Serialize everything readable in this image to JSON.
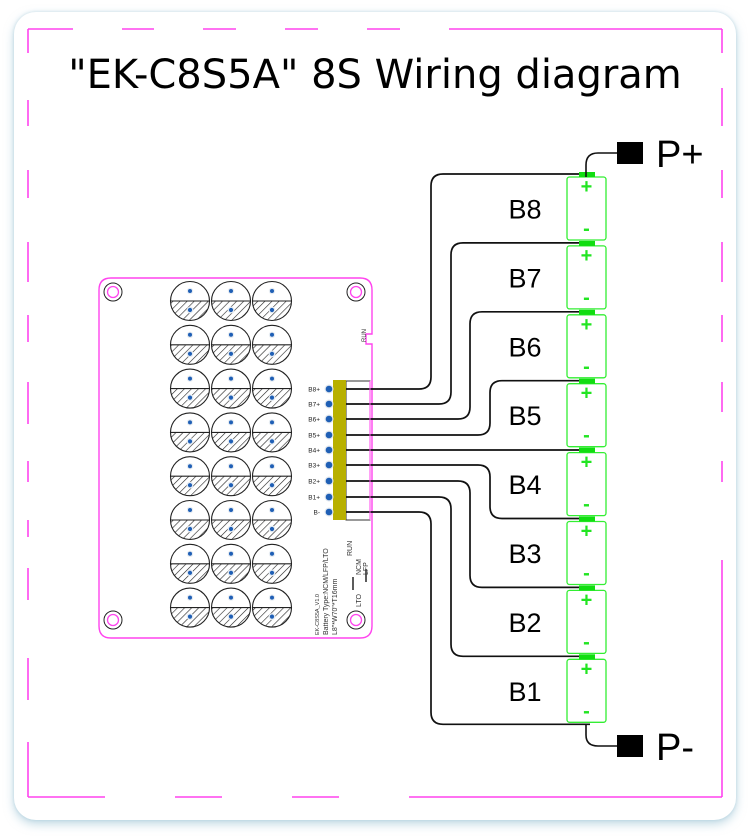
{
  "title": "\"EK-C8S5A\"  8S Wiring diagram",
  "colors": {
    "frame": "#ff44ee",
    "board_outline": "#ff44ee",
    "cell_outline": "#33ee33",
    "cell_tab": "#11dd11",
    "connector_body": "#b8b000",
    "pin": "#1f5fb5",
    "wire": "#111111"
  },
  "board": {
    "pin_labels": [
      "B8+",
      "B7+",
      "B6+",
      "B5+",
      "B4+",
      "B3+",
      "B2+",
      "B1+",
      "B-"
    ],
    "run_label": "RUN",
    "run_label_side": "RUN",
    "silkscreen_lines": [
      "EK-C8S5A_V1.0",
      "Battery Type:NCM/LFP/LTO",
      "L8\"*W70\"*T16mm"
    ],
    "chem_labels": [
      "NCM",
      "LFP",
      "LTO"
    ],
    "balance_rows": 8,
    "balance_cols": 3
  },
  "cells": [
    {
      "label": "B8",
      "plus": "+",
      "minus": "-"
    },
    {
      "label": "B7",
      "plus": "+",
      "minus": "-"
    },
    {
      "label": "B6",
      "plus": "+",
      "minus": "-"
    },
    {
      "label": "B5",
      "plus": "+",
      "minus": "-"
    },
    {
      "label": "B4",
      "plus": "+",
      "minus": "-"
    },
    {
      "label": "B3",
      "plus": "+",
      "minus": "-"
    },
    {
      "label": "B2",
      "plus": "+",
      "minus": "-"
    },
    {
      "label": "B1",
      "plus": "+",
      "minus": "-"
    }
  ],
  "terminals": {
    "positive": "P+",
    "negative": "P-"
  }
}
